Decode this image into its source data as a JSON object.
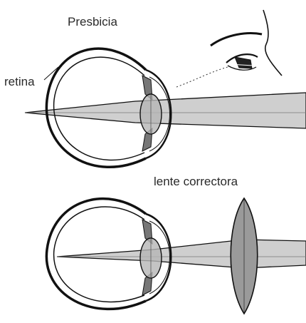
{
  "title": "Presbicia",
  "labels": {
    "retina": "retina",
    "corrective_lens": "lente correctora"
  },
  "colors": {
    "stroke": "#111111",
    "light_beam": "#cfcfcf",
    "lens_fill": "#9a9a9a",
    "background": "#ffffff"
  }
}
